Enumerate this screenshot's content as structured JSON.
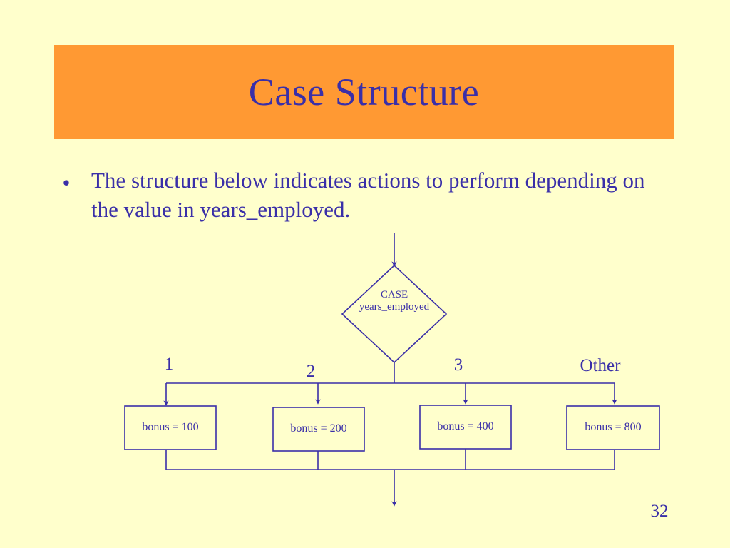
{
  "slide": {
    "title": "Case Structure",
    "page_number": "32",
    "colors": {
      "background": "#ffffcc",
      "title_bar": "#ff9933",
      "text": "#3a2fa8",
      "line": "#3a2fa8"
    }
  },
  "body": {
    "bullet_marker": "•",
    "bullet_text": "The structure below indicates actions to perform depending on the value in years_employed."
  },
  "diagram": {
    "decision": {
      "line1": "CASE",
      "line2": "years_employed"
    },
    "case_labels": [
      {
        "label": "1"
      },
      {
        "label": "2"
      },
      {
        "label": "3"
      },
      {
        "label": "Other"
      }
    ],
    "actions": [
      {
        "label": "bonus = 100"
      },
      {
        "label": "bonus = 200"
      },
      {
        "label": "bonus = 400"
      },
      {
        "label": "bonus = 800"
      }
    ]
  }
}
